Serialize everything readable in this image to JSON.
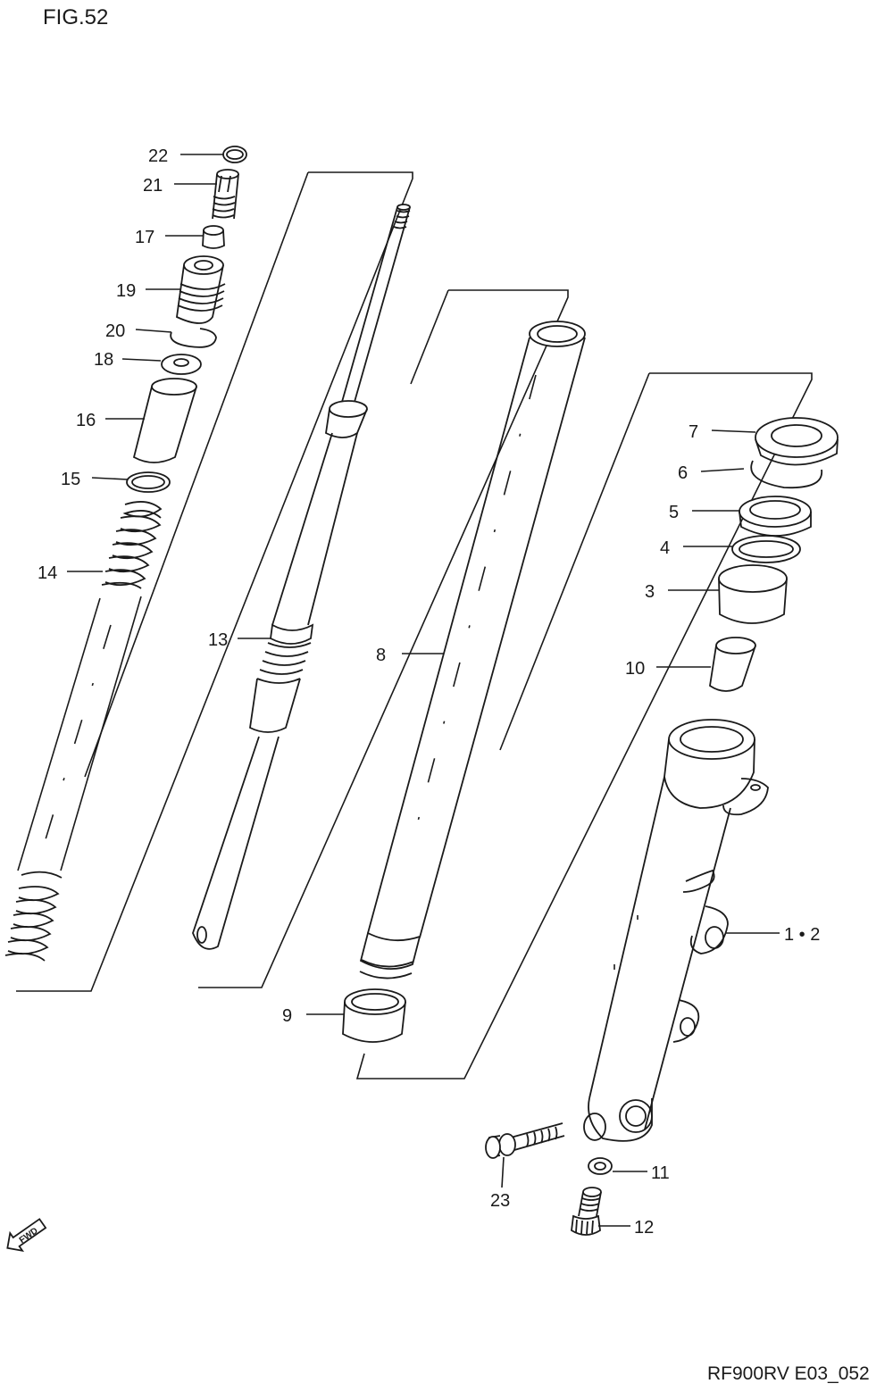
{
  "figure": {
    "title": "FIG.52",
    "code": "RF900RV E03_052"
  },
  "fwd_badge": {
    "text": "FWD"
  },
  "callouts": {
    "p22": "22",
    "p21": "21",
    "p17": "17",
    "p19": "19",
    "p20": "20",
    "p18": "18",
    "p16": "16",
    "p15": "15",
    "p14": "14",
    "p13": "13",
    "p8": "8",
    "p9": "9",
    "p7": "7",
    "p6": "6",
    "p5": "5",
    "p4": "4",
    "p3": "3",
    "p10": "10",
    "p1_2": "1 • 2",
    "p11": "11",
    "p12": "12",
    "p23": "23"
  }
}
